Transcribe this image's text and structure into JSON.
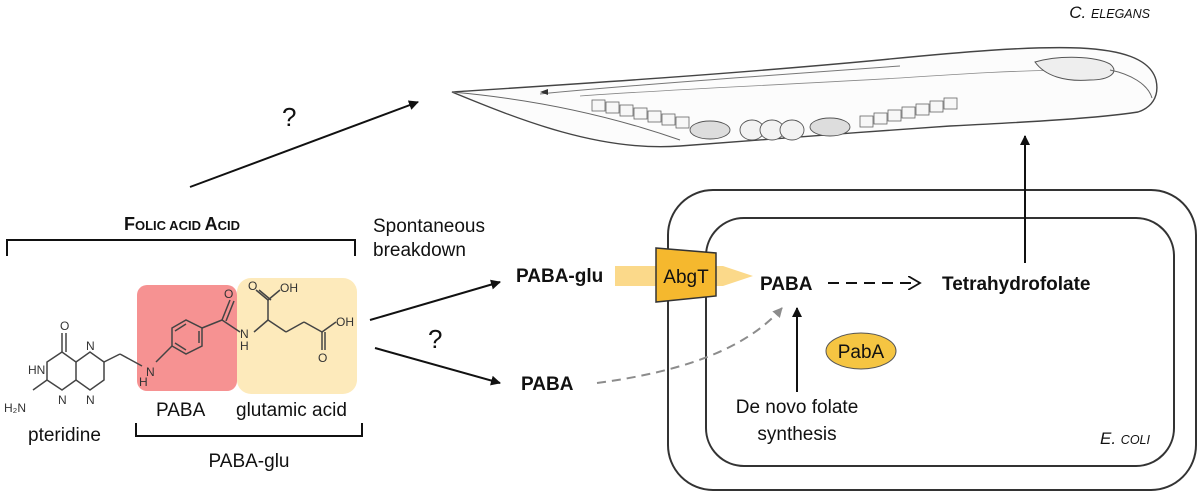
{
  "title": {
    "folic_first": "F",
    "folic_rest": "OLIC ACID",
    "folic_first_2": "A",
    "folic_rest_2": "CID"
  },
  "labels": {
    "question_1": "?",
    "question_2": "?",
    "spontaneous_1": "Spontaneous",
    "spontaneous_2": "breakdown",
    "paba_glu_out": "PABA-glu",
    "paba_out": "PABA",
    "abgt": "AbgT",
    "paba_inner": "PABA",
    "thf": "Tetrahydrofolate",
    "paba_enzyme": "PabA",
    "denovo_1": "De novo folate",
    "denovo_2": "synthesis",
    "ecoli_first": "E. ",
    "ecoli_rest": "COLI",
    "celegans_first": "C. ",
    "celegans_rest": "ELEGANS",
    "pteridine": "pteridine",
    "paba_mol": "PABA",
    "glutamic": "glutamic acid",
    "paba_glu_mol": "PABA-glu"
  },
  "molecule": {
    "atom_o1": "O",
    "atom_hn": "HN",
    "atom_n1": "N",
    "atom_n2": "N",
    "atom_n3": "N",
    "atom_h2n": "H₂N",
    "atom_nh": "N",
    "atom_h": "H",
    "atom_o2": "O",
    "atom_n4": "N",
    "atom_h2": "H",
    "atom_oh1": "OH",
    "atom_o3": "O",
    "atom_oh2": "OH",
    "atom_o4": "O"
  },
  "colors": {
    "paba_highlight": "#f47f7f",
    "glu_highlight": "#fde8b4",
    "abgt_fill": "#f5b82e",
    "abgt_arrow": "#fbd98a",
    "pabA_fill": "#f5c542",
    "dashed_gray": "#8c8c8c"
  }
}
